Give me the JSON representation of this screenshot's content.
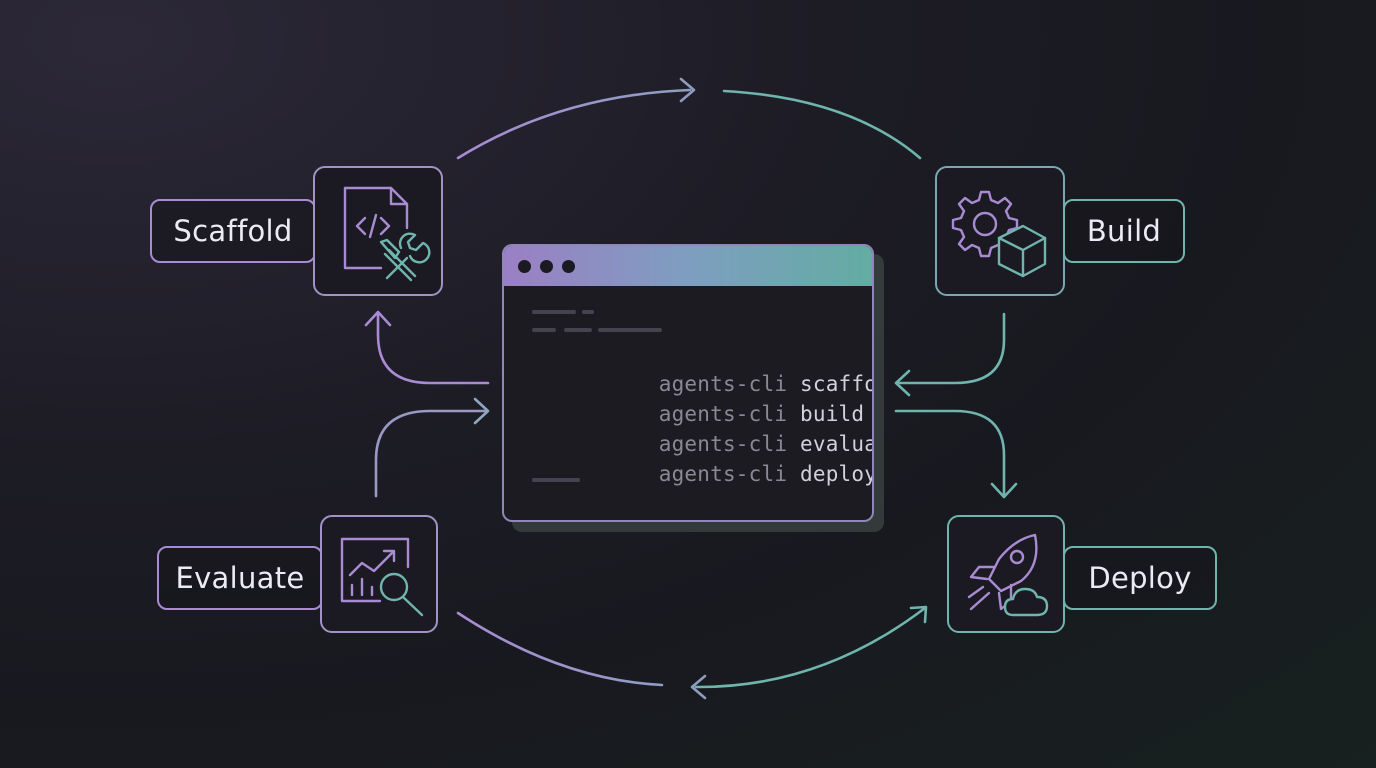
{
  "colors": {
    "purple": "#a98bd3",
    "teal": "#6fb4ad",
    "mid": "#8f9bbf"
  },
  "stages": {
    "scaffold": {
      "label": "Scaffold",
      "icon": "code-file-wrench-icon"
    },
    "build": {
      "label": "Build",
      "icon": "gear-cube-icon"
    },
    "evaluate": {
      "label": "Evaluate",
      "icon": "chart-magnifier-icon"
    },
    "deploy": {
      "label": "Deploy",
      "icon": "rocket-cloud-icon"
    }
  },
  "terminal": {
    "window_dots": 3,
    "commands": [
      {
        "prefix": "agents-cli",
        "arg": "scaffold"
      },
      {
        "prefix": "agents-cli",
        "arg": "build"
      },
      {
        "prefix": "agents-cli",
        "arg": "evaluate"
      },
      {
        "prefix": "agents-cli",
        "arg": "deploy"
      }
    ]
  }
}
